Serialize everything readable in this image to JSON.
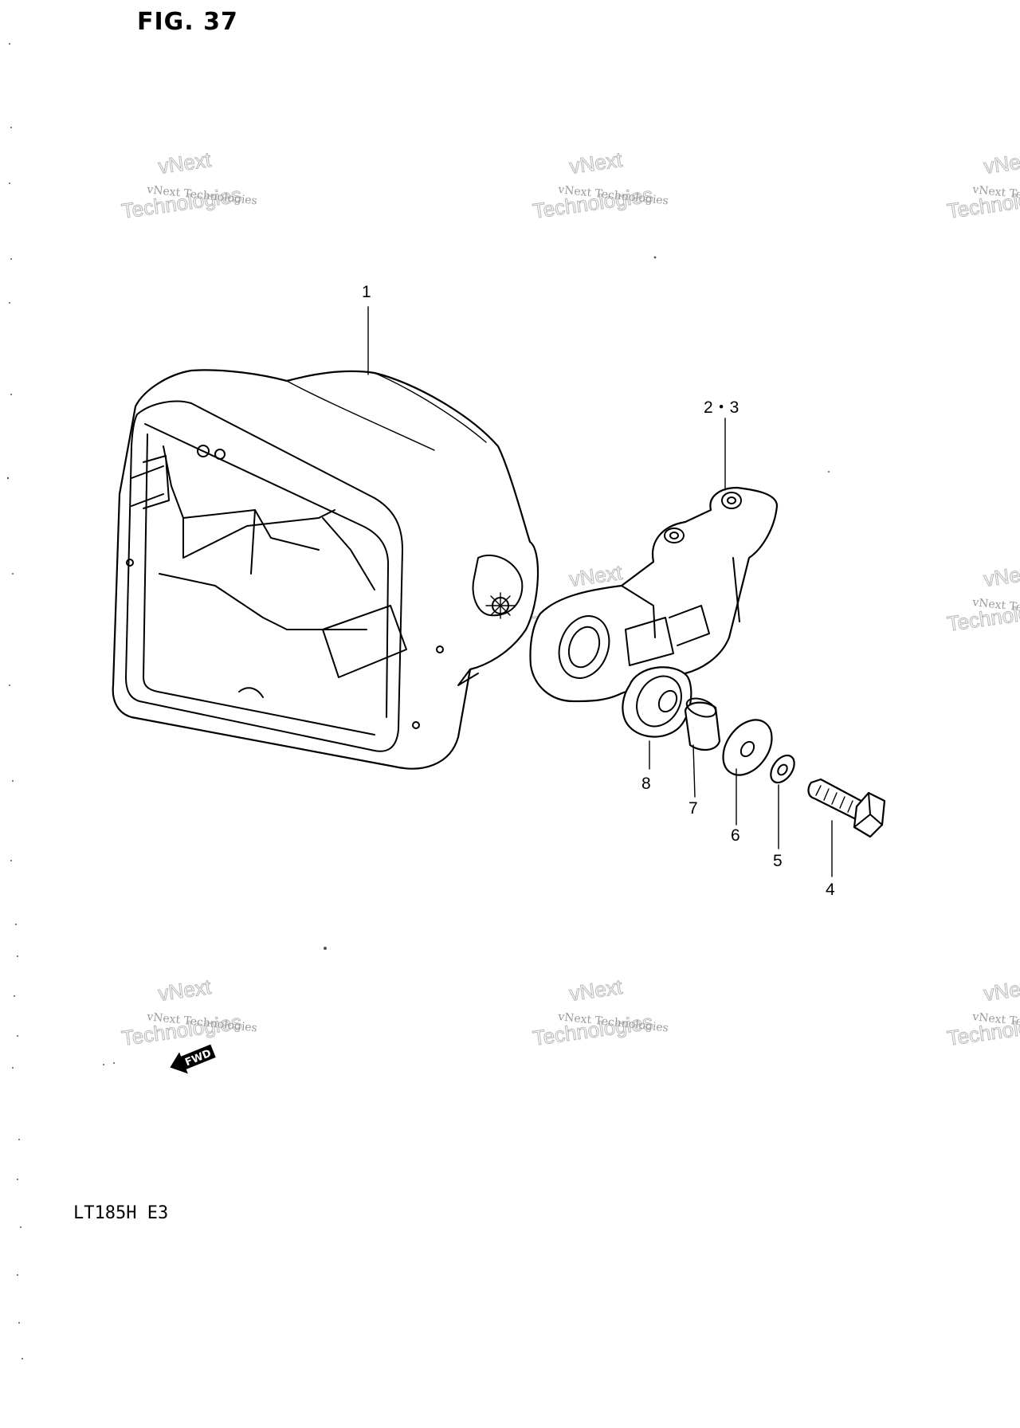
{
  "figure": {
    "title": "FIG. 37",
    "model": "LT185H E3"
  },
  "callouts": [
    "1",
    "2・3",
    "4",
    "5",
    "6",
    "7",
    "8"
  ],
  "watermark": {
    "line1": "vNext Technologies",
    "line2": "vNext",
    "line3": "Technologies"
  },
  "fwd_badge": "FWD"
}
